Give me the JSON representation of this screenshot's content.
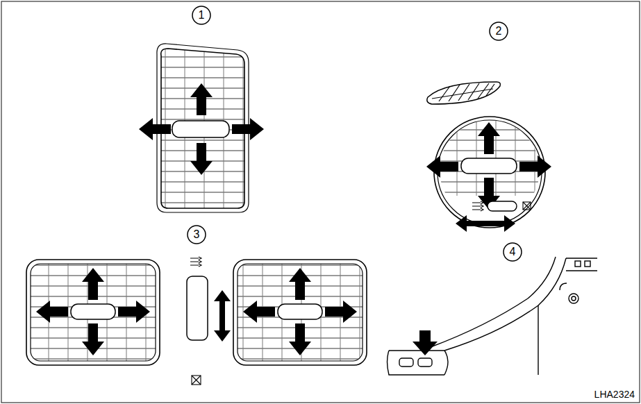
{
  "diagram": {
    "labels": [
      "1",
      "2",
      "3",
      "4",
      "LHA2324"
    ]
  }
}
